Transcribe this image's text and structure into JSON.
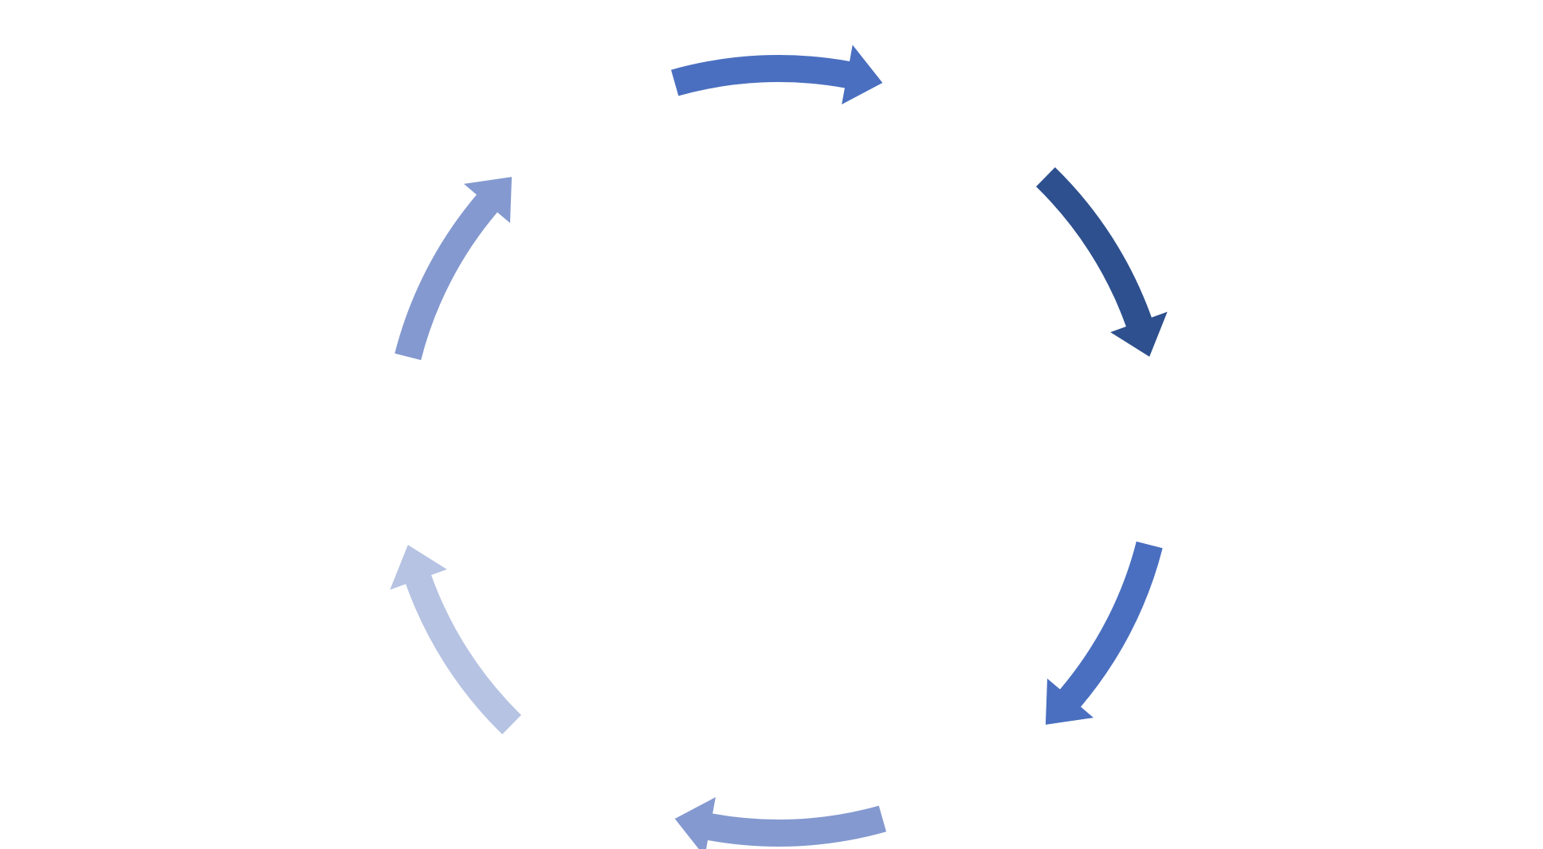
{
  "diagram": {
    "type": "cycle",
    "direction": "clockwise",
    "arrows": [
      {
        "id": "top",
        "color": "#4A6FC0"
      },
      {
        "id": "upper-right",
        "color": "#2E508E"
      },
      {
        "id": "lower-right",
        "color": "#4A6FC0"
      },
      {
        "id": "bottom",
        "color": "#8499CF"
      },
      {
        "id": "lower-left",
        "color": "#B6C3E2"
      },
      {
        "id": "upper-left",
        "color": "#8499CF"
      }
    ]
  }
}
